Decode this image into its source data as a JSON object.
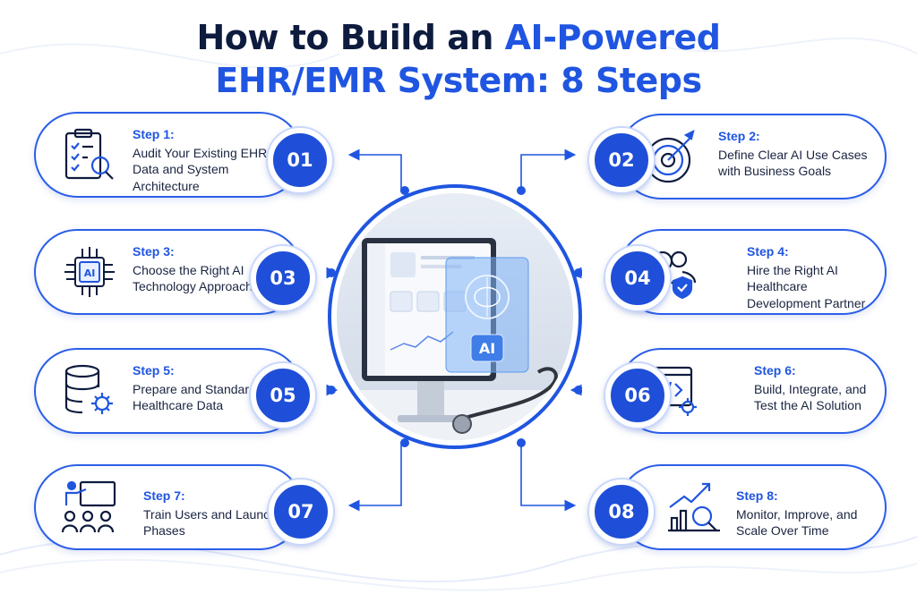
{
  "title": {
    "line1_plain": "How to Build an ",
    "line1_highlight": "AI-Powered",
    "line2": "EHR/EMR System: 8 Steps"
  },
  "colors": {
    "accent": "#1f55e0",
    "dark": "#0d1b3e"
  },
  "steps": [
    {
      "label": "Step 1:",
      "number": "01",
      "text": "Audit Your Existing EHR Data and System Architecture",
      "icon": "clipboard-search-icon"
    },
    {
      "label": "Step 2:",
      "number": "02",
      "text": "Define Clear AI Use Cases with Business Goals",
      "icon": "target-arrow-icon"
    },
    {
      "label": "Step 3:",
      "number": "03",
      "text": "Choose the Right AI Technology Approach",
      "icon": "ai-chip-icon"
    },
    {
      "label": "Step 4:",
      "number": "04",
      "text": "Hire the Right AI Healthcare Development Partner",
      "icon": "users-shield-icon"
    },
    {
      "label": "Step 5:",
      "number": "05",
      "text": "Prepare and Standardize Healthcare Data",
      "icon": "database-gear-icon"
    },
    {
      "label": "Step 6:",
      "number": "06",
      "text": "Build, Integrate, and Test the AI Solution",
      "icon": "code-window-gear-icon"
    },
    {
      "label": "Step 7:",
      "number": "07",
      "text": "Train Users and Launch in Phases",
      "icon": "presenter-audience-icon"
    },
    {
      "label": "Step 8:",
      "number": "08",
      "text": "Monitor, Improve, and Scale Over Time",
      "icon": "growth-chart-search-icon"
    }
  ],
  "center_image": {
    "ai_badge": "AI"
  }
}
